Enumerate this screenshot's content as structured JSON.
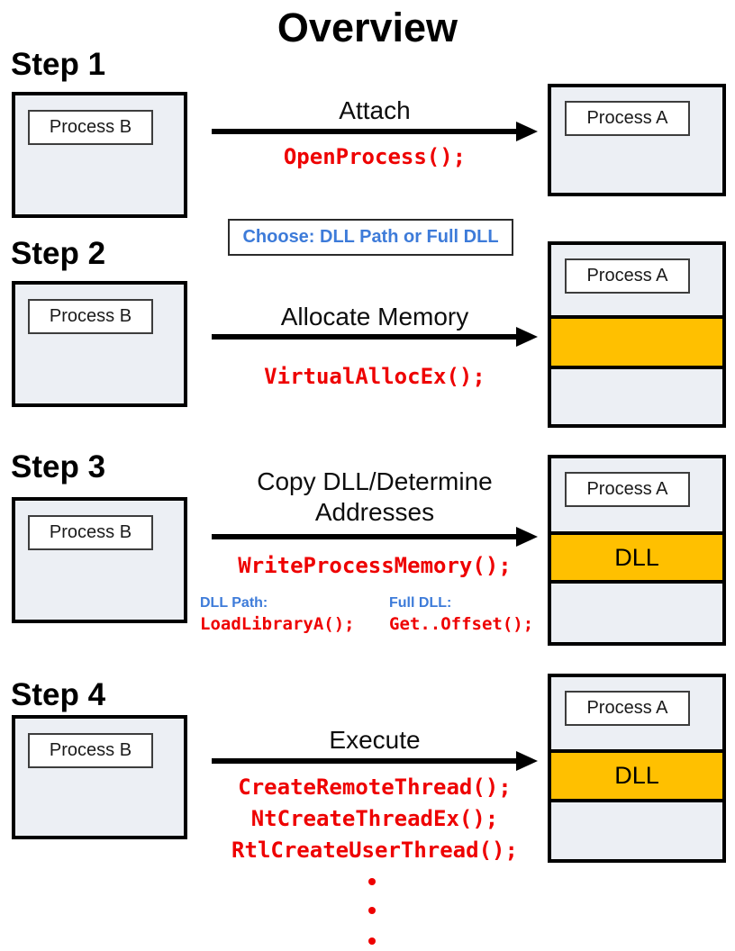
{
  "title": "Overview",
  "note": {
    "text": "Choose: DLL Path or Full DLL"
  },
  "colors": {
    "orange": "#FFC000",
    "red": "#EE0000",
    "blue": "#3D7BD9",
    "panel_fill": "#ECEFF4",
    "border": "#000000"
  },
  "steps": [
    {
      "label": "Step 1",
      "source_process": "Process B",
      "target_process": "Process A",
      "action_lines": [
        "Attach"
      ],
      "apis": [
        "OpenProcess();"
      ]
    },
    {
      "label": "Step 2",
      "source_process": "Process B",
      "target_process": "Process A",
      "action_lines": [
        "Allocate Memory"
      ],
      "apis": [
        "VirtualAllocEx();"
      ],
      "allocated_segment": ""
    },
    {
      "label": "Step 3",
      "source_process": "Process B",
      "target_process": "Process A",
      "action_lines": [
        "Copy DLL/Determine",
        "Addresses"
      ],
      "apis": [
        "WriteProcessMemory();"
      ],
      "dll_label": "DLL",
      "options": [
        {
          "label": "DLL Path:",
          "api": "LoadLibraryA();"
        },
        {
          "label": "Full DLL:",
          "api": "Get..Offset();"
        }
      ]
    },
    {
      "label": "Step 4",
      "source_process": "Process B",
      "target_process": "Process A",
      "action_lines": [
        "Execute"
      ],
      "apis": [
        "CreateRemoteThread();",
        "NtCreateThreadEx();",
        "RtlCreateUserThread();"
      ],
      "dll_label": "DLL",
      "ellipsis": "..."
    }
  ]
}
